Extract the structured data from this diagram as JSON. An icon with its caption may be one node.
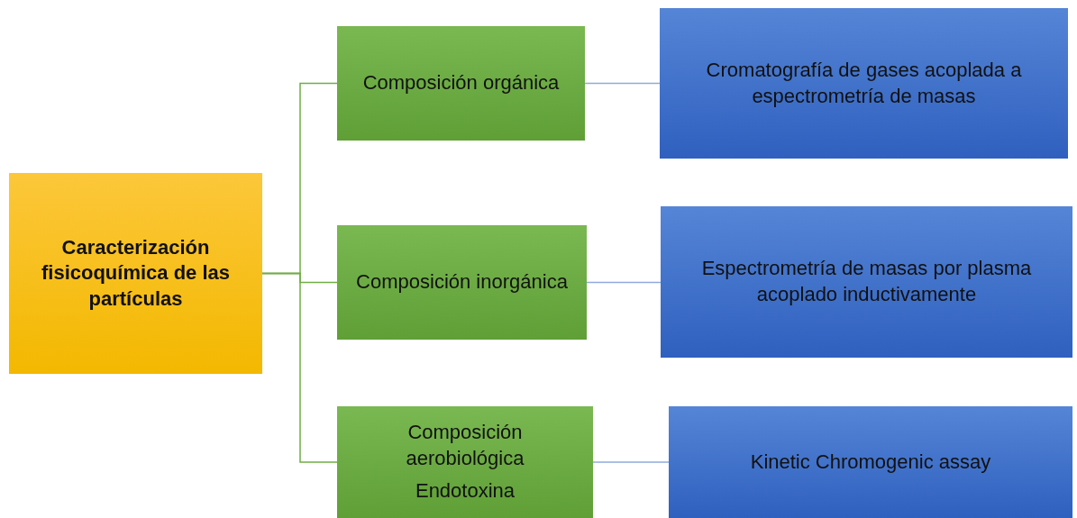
{
  "diagram": {
    "nodes": [
      {
        "text": [
          "Caracterización fisicoquímica de las partículas"
        ]
      },
      {
        "text": [
          "Composición orgánica"
        ]
      },
      {
        "text": [
          "Composición inorgánica"
        ]
      },
      {
        "text": [
          "Composición aerobiológica",
          "Endotoxina"
        ]
      },
      {
        "text": [
          "Cromatografía de gases acoplada a espectrometría de masas"
        ]
      },
      {
        "text": [
          "Espectrometría de masas por plasma acoplado inductivamente"
        ]
      },
      {
        "text": [
          "Kinetic Chromogenic assay"
        ]
      }
    ],
    "edges": [
      {
        "from": 0,
        "to": 1,
        "arrow": "none"
      },
      {
        "from": 0,
        "to": 2,
        "arrow": "none"
      },
      {
        "from": 0,
        "to": 3,
        "arrow": "none"
      },
      {
        "from": 1,
        "to": 4,
        "arrow": "none",
        "color": "#8faadc"
      },
      {
        "from": 2,
        "to": 5,
        "arrow": "none",
        "color": "#8faadc"
      },
      {
        "from": 3,
        "to": 6,
        "arrow": "none",
        "color": "#8faadc"
      }
    ]
  }
}
